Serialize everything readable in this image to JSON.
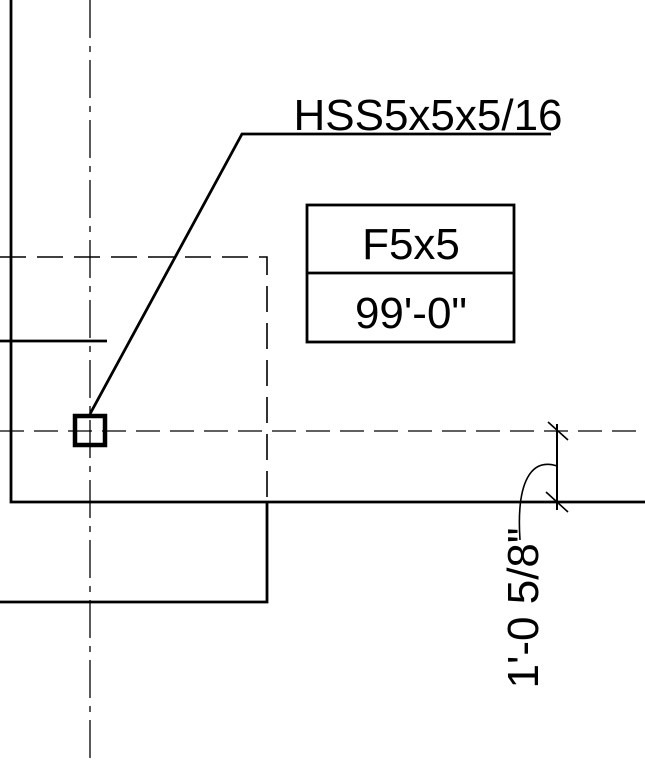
{
  "drawing": {
    "member_tag": "HSS5x5x5/16",
    "footing": {
      "mark": "F5x5",
      "elevation": "99'-0\""
    },
    "dimension": "1'-0 5/8\""
  },
  "colors": {
    "linework": "#000000",
    "background": "#ffffff"
  }
}
